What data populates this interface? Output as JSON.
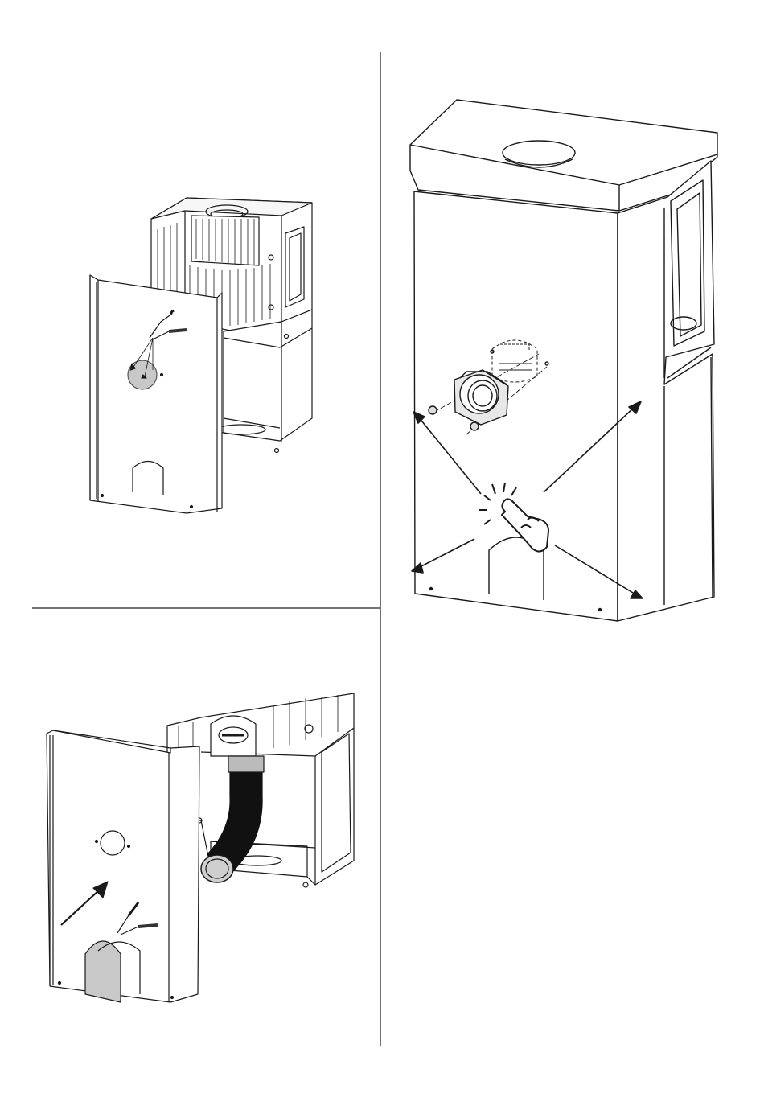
{
  "page": {
    "panels": [
      {
        "id": "remove-knockout",
        "tool_icon": "pliers-icon"
      },
      {
        "id": "rear-air-inlet",
        "action_icon": "tap-hand-icon"
      },
      {
        "id": "bottom-air-inlet",
        "tool_icon": "pliers-icon"
      }
    ]
  },
  "colors": {
    "line": "#1a1a1a",
    "panel_fill": "#ffffff",
    "highlight_fill": "#c8c8c8",
    "hose_fill": "#111111",
    "hose_end_fill": "#cfcfcf",
    "divider": "#222222"
  }
}
